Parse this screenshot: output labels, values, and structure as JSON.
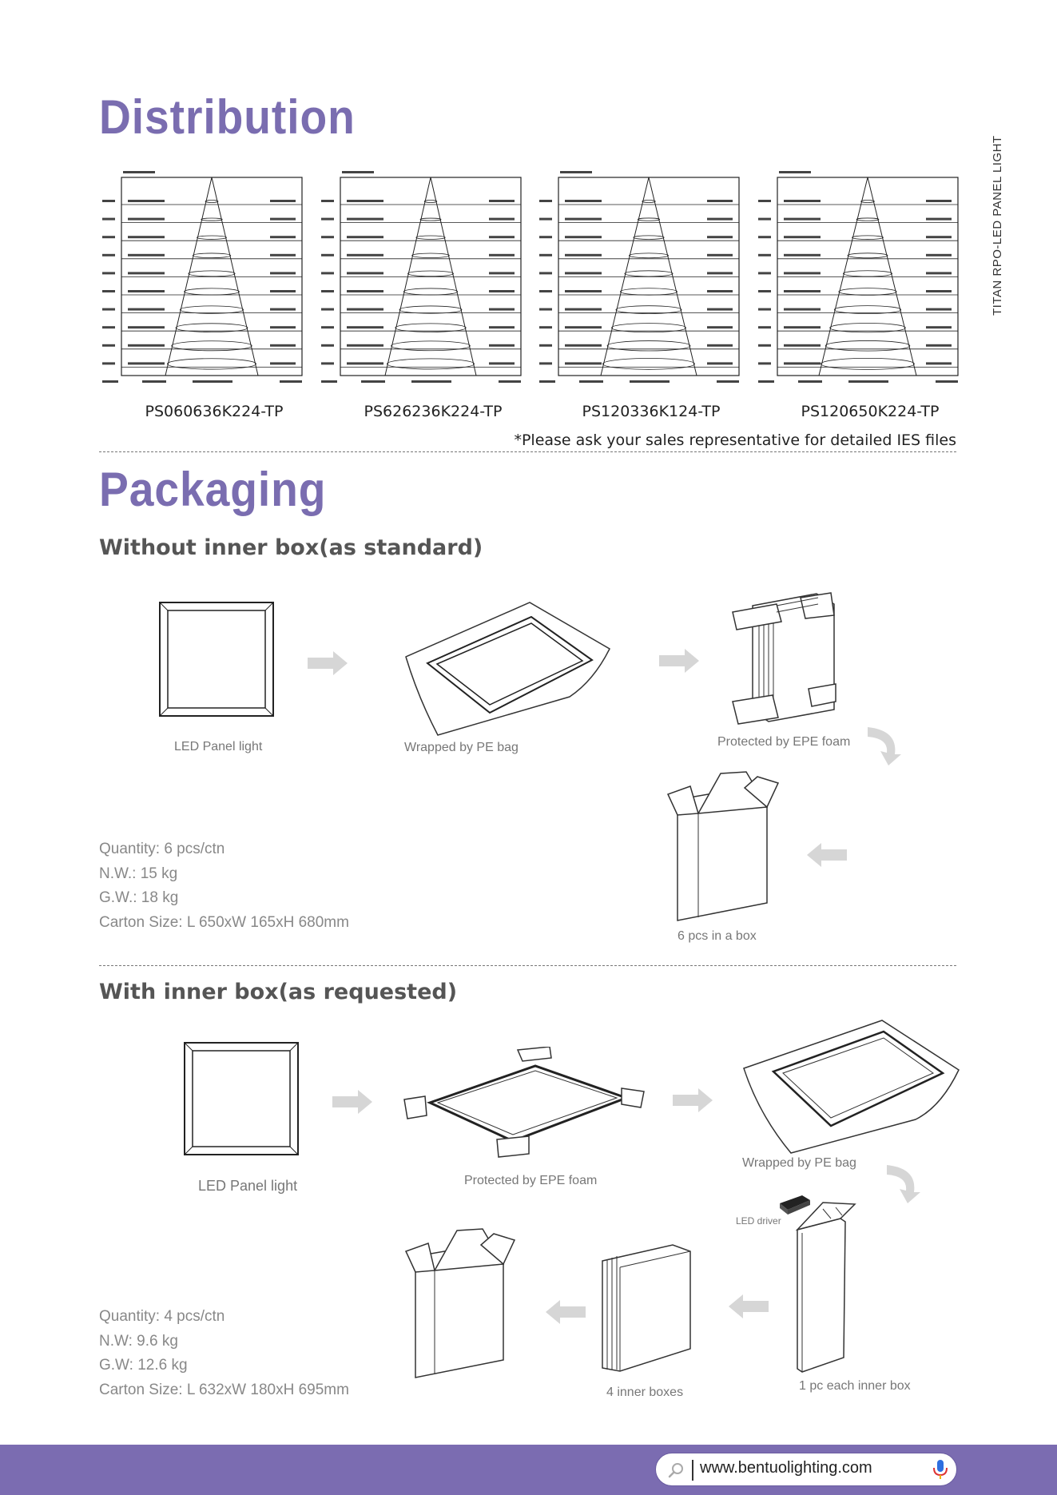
{
  "side_title": "TITAN RPO-LED PANEL LIGHT",
  "distribution": {
    "title": "Distribution",
    "note": "*Please ask your sales representative for detailed IES files",
    "models": [
      "PS060636K224-TP",
      "PS626236K224-TP",
      "PS120336K124-TP",
      "PS120650K224-TP"
    ]
  },
  "packaging": {
    "title": "Packaging",
    "without_inner": {
      "title": "Without inner box(as standard)",
      "steps": [
        "LED Panel light",
        "Wrapped by PE bag",
        "Protected by EPE foam",
        "6 pcs in a box"
      ],
      "specs": [
        "Quantity: 6 pcs/ctn",
        "N.W.: 15 kg",
        "G.W.: 18 kg",
        "Carton Size: L 650xW 165xH 680mm"
      ]
    },
    "with_inner": {
      "title": "With inner box(as requested)",
      "steps": [
        "LED Panel light",
        "Protected by EPE foam",
        "Wrapped by PE bag",
        "LED driver",
        "1 pc each inner box",
        "4 inner boxes"
      ],
      "specs": [
        "Quantity: 4 pcs/ctn",
        "N.W: 9.6 kg",
        "G.W: 12.6 kg",
        "Carton Size: L 632xW 180xH 695mm"
      ]
    }
  },
  "footer": {
    "url": "www.bentuolighting.com",
    "icons": [
      "search-icon",
      "microphone-icon"
    ],
    "accent_color": "#7b6cb1",
    "mic_color": "#2f6fe0"
  }
}
